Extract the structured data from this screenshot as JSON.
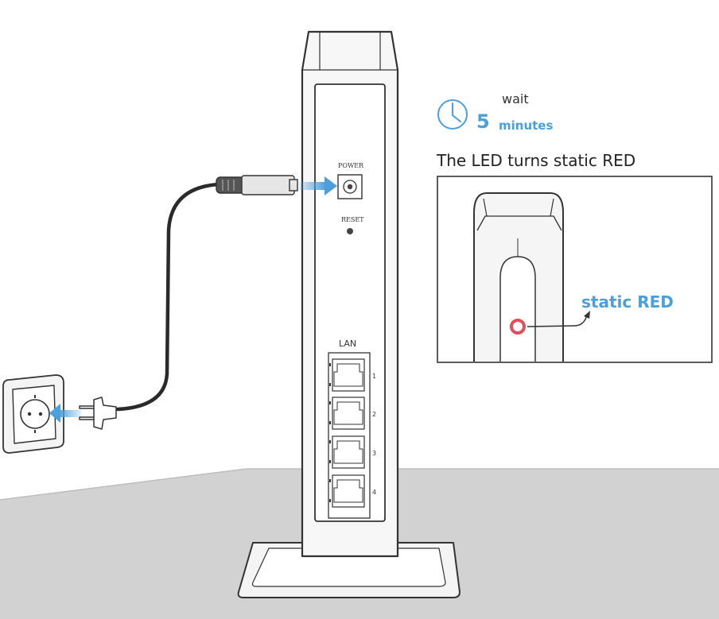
{
  "timer": {
    "wait_label": "wait",
    "wait_number": "5",
    "wait_unit": "minutes"
  },
  "led_callout": {
    "caption": "The LED turns static RED",
    "status_label": "static RED"
  },
  "router": {
    "power_label": "POWER",
    "reset_label": "RESET",
    "lan_label": "LAN",
    "lan_ports": [
      "1",
      "2",
      "3",
      "4"
    ]
  },
  "colors": {
    "accent_blue": "#4a9fdc",
    "led_red": "#e0505a",
    "floor_gray": "#d2d2d2",
    "outline": "#333333"
  },
  "icons": {
    "timer": "clock-icon",
    "power_arrow": "arrow-right-icon",
    "outlet_arrow": "arrow-left-icon"
  }
}
